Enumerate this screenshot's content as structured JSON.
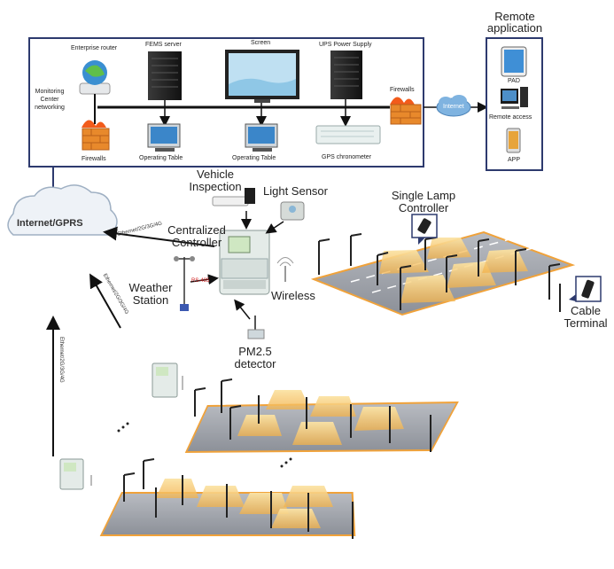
{
  "colors": {
    "frame": "#2d3a6e",
    "cable": "#1a1a1a",
    "road": "#9a9ea6",
    "road_edge": "#f0a23a",
    "lamp_light": "#f7c86a",
    "cloud": "#eef2f7",
    "firewall": "#e8892b",
    "device": "#dfe6e4",
    "screen": "#2b6fb3"
  },
  "center": {
    "remote_application": "Remote application",
    "enterprise_router": "Enterprise router",
    "fems_server": "FEMS server",
    "screen": "Screen",
    "ups": "UPS Power Supply",
    "monitoring_center": "Monitoring Center networking",
    "firewalls_left": "Firewalls",
    "firewalls_right": "Firewalls",
    "operating_table_1": "Operating Table",
    "operating_table_2": "Operating Table",
    "gps_chronometer": "GPS chronometer",
    "internet": "Internet",
    "pad": "PAD",
    "remote_access": "Remote access",
    "app": "APP"
  },
  "field": {
    "cloud_label": "Internet/GPRS",
    "vehicle_inspection": "Vehicle Inspection",
    "light_sensor": "Light Sensor",
    "single_lamp_controller": "Single Lamp Controller",
    "centralized_controller": "Centralized Controller",
    "weather_station": "Weather Station",
    "wireless": "Wireless",
    "cable_terminal": "Cable Terminal",
    "pm25": "PM2.5 detector",
    "link_1": "Ethernet/2G/3G/4G",
    "link_2": "Ethernet/2G/3G/4G",
    "link_3": "Ethernet/2G/3G/4G",
    "rs485": "RS-485"
  }
}
